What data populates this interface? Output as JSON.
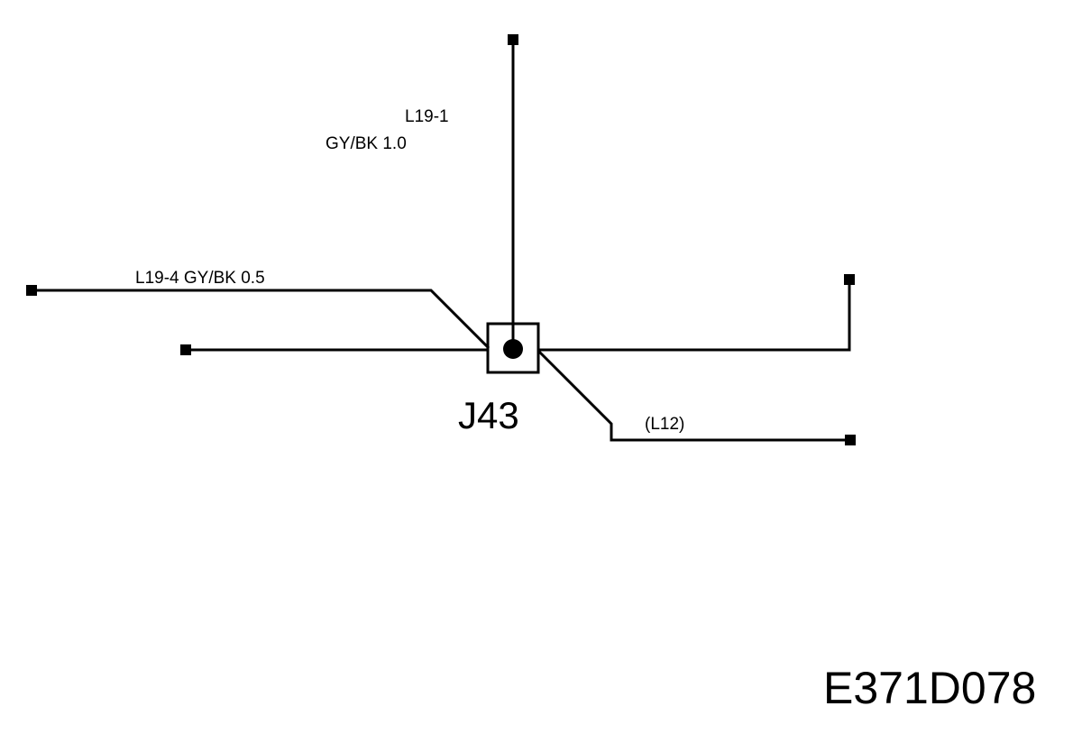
{
  "labels": {
    "top_wire_id": "L19-1",
    "top_wire_spec": "GY/BK 1.0",
    "left_wire": "L19-4 GY/BK 0.5",
    "right_wire_ref": "(L12)",
    "junction": "J43",
    "diagram_code": "E371D078"
  }
}
